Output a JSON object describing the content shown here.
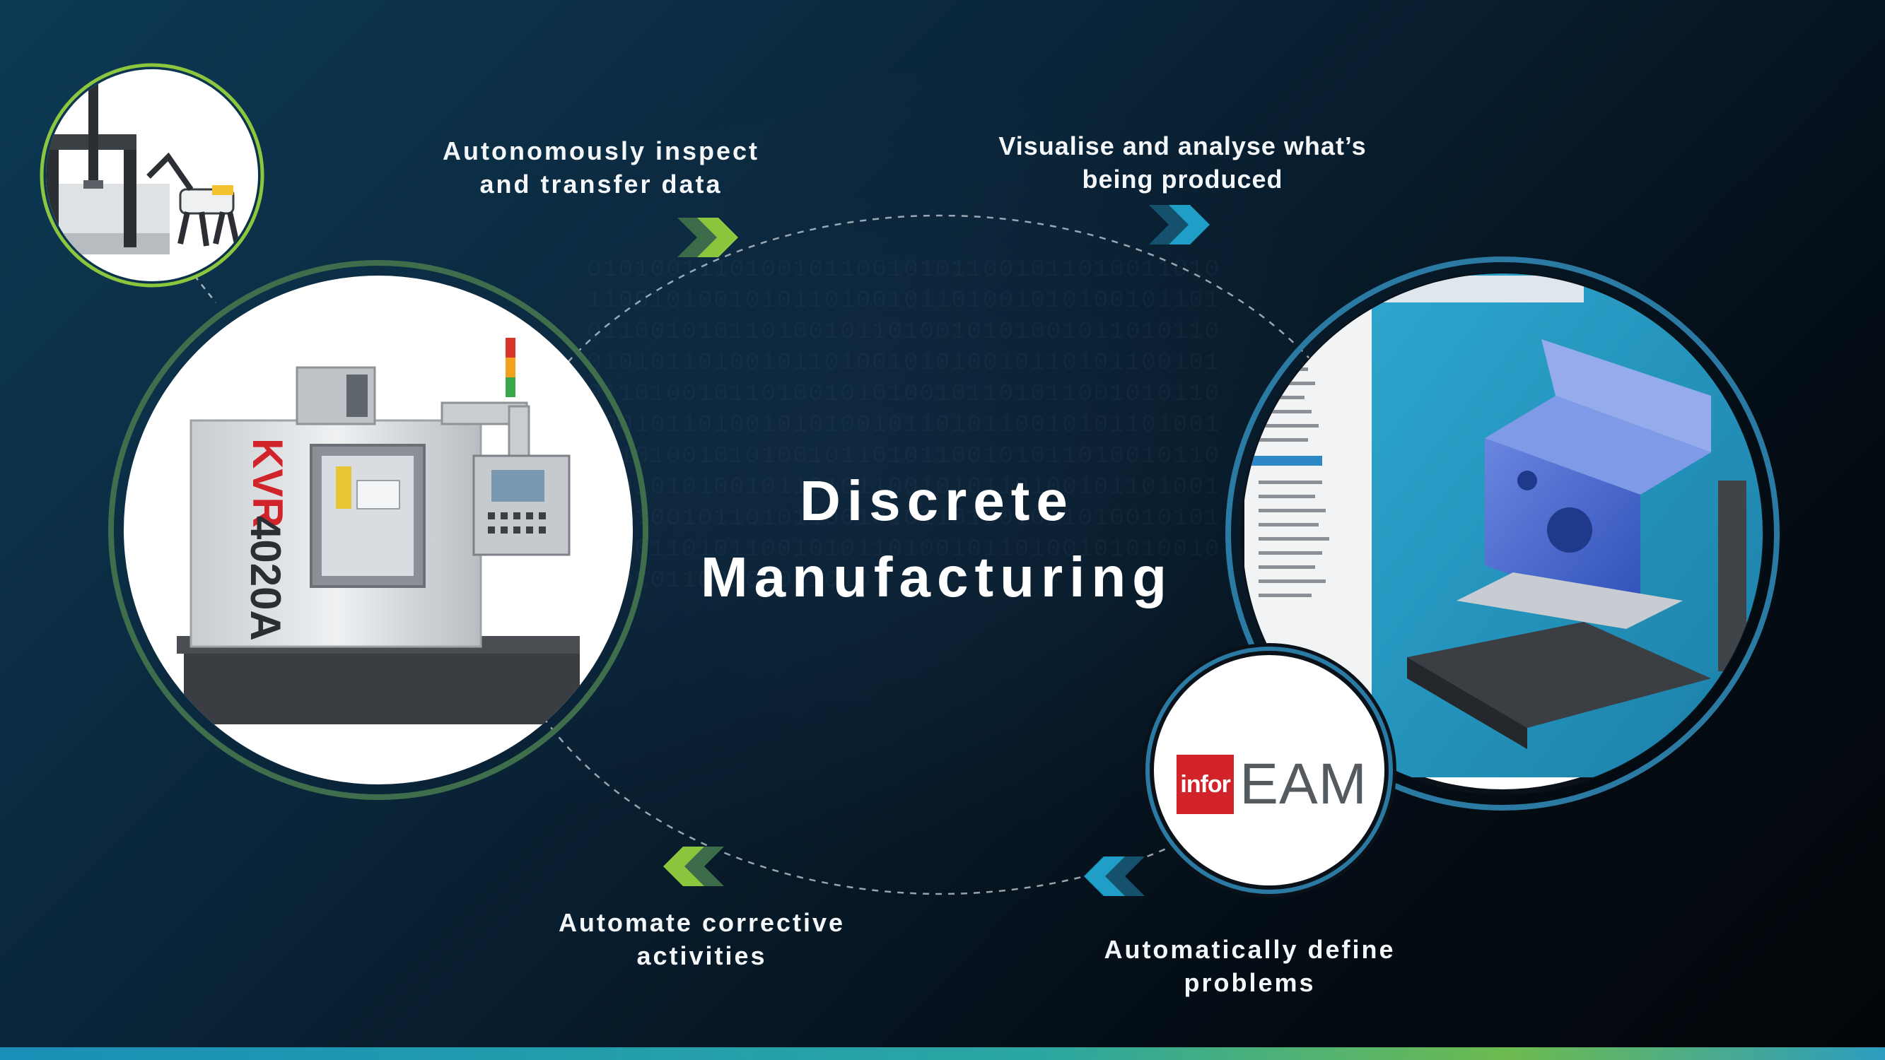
{
  "title": "Discrete\nManufacturing",
  "labels": {
    "top_left": "Autonomously inspect\nand transfer data",
    "top_right": "Visualise and analyse what’s\nbeing produced",
    "bottom_left": "Automate corrective\nactivities",
    "bottom_right": "Automatically define\nproblems"
  },
  "machine_brand": {
    "brand": "KVR",
    "model": "4020A"
  },
  "logo": {
    "badge": "infor",
    "product": "EAM"
  },
  "colors": {
    "green_accent": "#8cc63f",
    "teal_accent": "#1f9fc7",
    "dark_green_ring": "#3f6e4c",
    "blue_ring": "#2b7aa3",
    "infor_red": "#d2232a"
  },
  "icons": [
    "coordinate-measuring-machine-and-robot-dog-image",
    "cnc-machine-image",
    "cad-inspection-software-image",
    "chevron-right-icon",
    "chevron-left-icon"
  ]
}
